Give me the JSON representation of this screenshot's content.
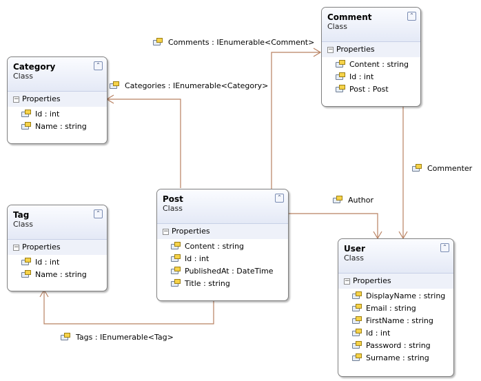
{
  "classes": {
    "comment": {
      "name": "Comment",
      "kind": "Class",
      "section": "Properties",
      "properties": [
        "Content : string",
        "Id : int",
        "Post : Post"
      ]
    },
    "category": {
      "name": "Category",
      "kind": "Class",
      "section": "Properties",
      "properties": [
        "Id : int",
        "Name : string"
      ]
    },
    "tag": {
      "name": "Tag",
      "kind": "Class",
      "section": "Properties",
      "properties": [
        "Id : int",
        "Name : string"
      ]
    },
    "post": {
      "name": "Post",
      "kind": "Class",
      "section": "Properties",
      "properties": [
        "Content : string",
        "Id : int",
        "PublishedAt : DateTime",
        "Title : string"
      ]
    },
    "user": {
      "name": "User",
      "kind": "Class",
      "section": "Properties",
      "properties": [
        "DisplayName : string",
        "Email : string",
        "FirstName : string",
        "Id : int",
        "Password : string",
        "Surname : string"
      ]
    }
  },
  "associations": {
    "comments": "Comments : IEnumerable<Comment>",
    "categories": "Categories : IEnumerable<Category>",
    "tags": "Tags : IEnumerable<Tag>",
    "author": "Author",
    "commenter": "Commenter"
  },
  "colors": {
    "association_line": "#b88060",
    "class_border": "#7f7f7f",
    "header_gradient_end": "#e4e9f6"
  },
  "icons": {
    "collapse": "double-chevron-up-icon",
    "expand_section": "minus-box-icon",
    "property": "property-icon"
  }
}
